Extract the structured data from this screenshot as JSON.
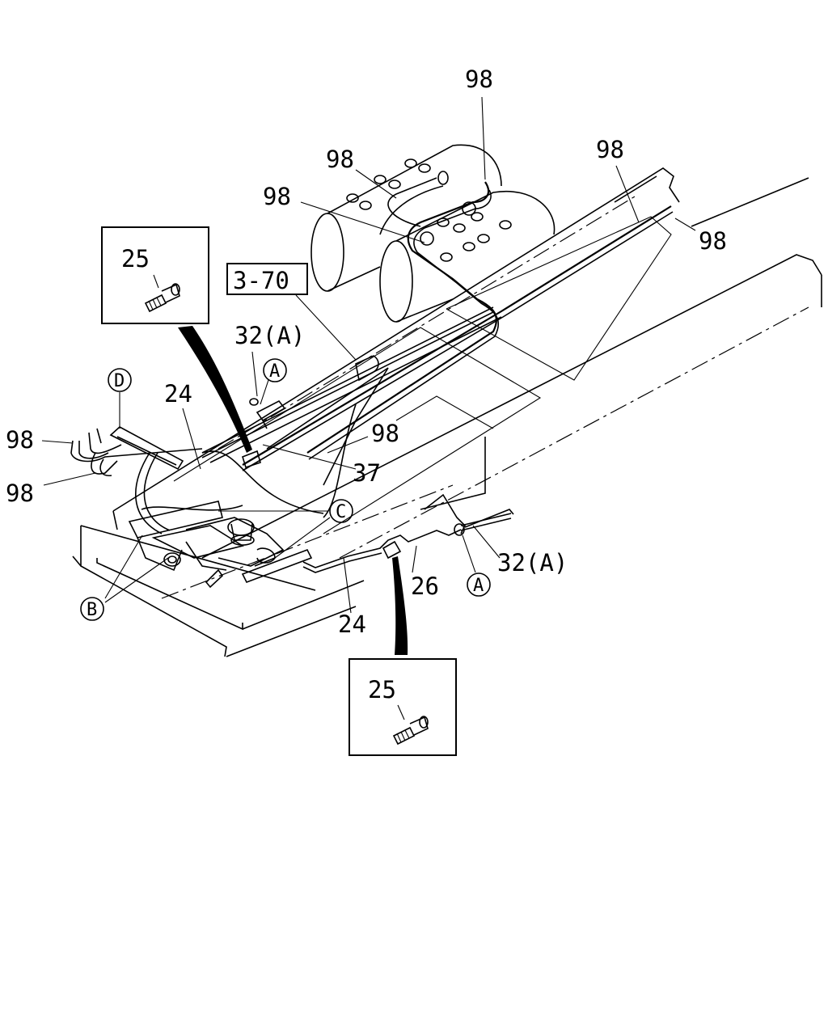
{
  "labels": {
    "l98_top": "98",
    "l98_a": "98",
    "l98_b": "98",
    "l98_c": "98",
    "l98_d": "98",
    "l98_e": "98",
    "l98_f": "98",
    "l98_g": "98",
    "l25_top": "25",
    "l25_bottom": "25",
    "l3_70": "3-70",
    "l32a_top": "32(A)",
    "l32a_right": "32(A)",
    "l24_a": "24",
    "l24_b": "24",
    "l26": "26",
    "l37": "37",
    "call_A1": "A",
    "call_A2": "A",
    "call_B": "B",
    "call_C": "C",
    "call_D": "D"
  }
}
